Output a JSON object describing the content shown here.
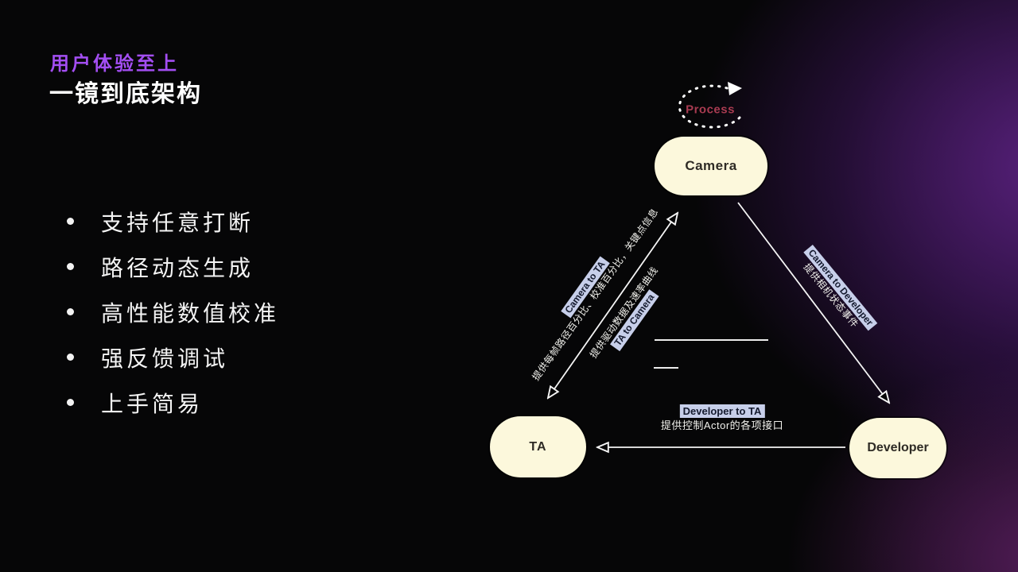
{
  "slide": {
    "kicker": "用户体验至上",
    "title": "一镜到底架构",
    "bullets": [
      "支持任意打断",
      "路径动态生成",
      "高性能数值校准",
      "强反馈调试",
      "上手简易"
    ]
  },
  "diagram": {
    "process_label": "Process",
    "nodes": {
      "camera": "Camera",
      "ta": "TA",
      "developer": "Developer"
    },
    "edges": {
      "camera_to_ta": {
        "label": "Camera to TA",
        "description": "提供每帧路径百分比、校准百分比，关键点信息"
      },
      "ta_to_camera": {
        "label": "TA to Camera",
        "description": "提供驱动数据及速率曲线"
      },
      "camera_to_developer": {
        "label": "Camera to Developer",
        "description": "提供相机状态事件"
      },
      "developer_to_ta": {
        "label": "Developer to TA",
        "description": "提供控制Actor的各项接口"
      }
    },
    "colors": {
      "accent_purple": "#a34ef2",
      "node_fill": "#fcf8dc",
      "edge_label_highlight": "#c7cfea",
      "process_red": "#a83b51",
      "background_glow": "#5c2282"
    }
  }
}
